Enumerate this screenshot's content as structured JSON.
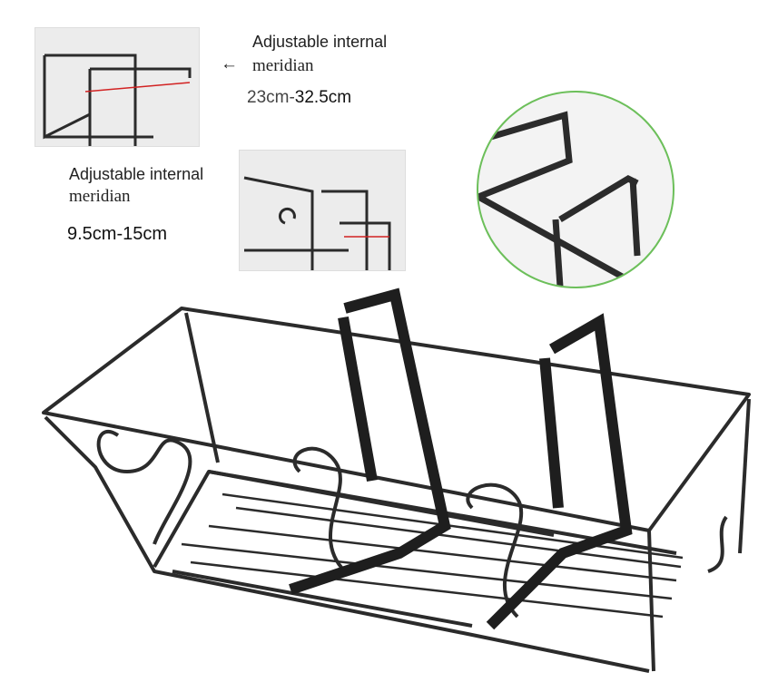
{
  "callout_top": {
    "title": "Adjustable internal",
    "subtitle": "meridian",
    "arrow": "←",
    "range_start": "23cm-",
    "range_end": "32.5cm"
  },
  "callout_middle": {
    "title": "Adjustable internal",
    "subtitle": "meridian",
    "range": "9.5cm-15cm"
  },
  "colors": {
    "metal": "#2b2b2b",
    "measure_line": "#d22222",
    "circle_border": "#6cbf5a"
  }
}
